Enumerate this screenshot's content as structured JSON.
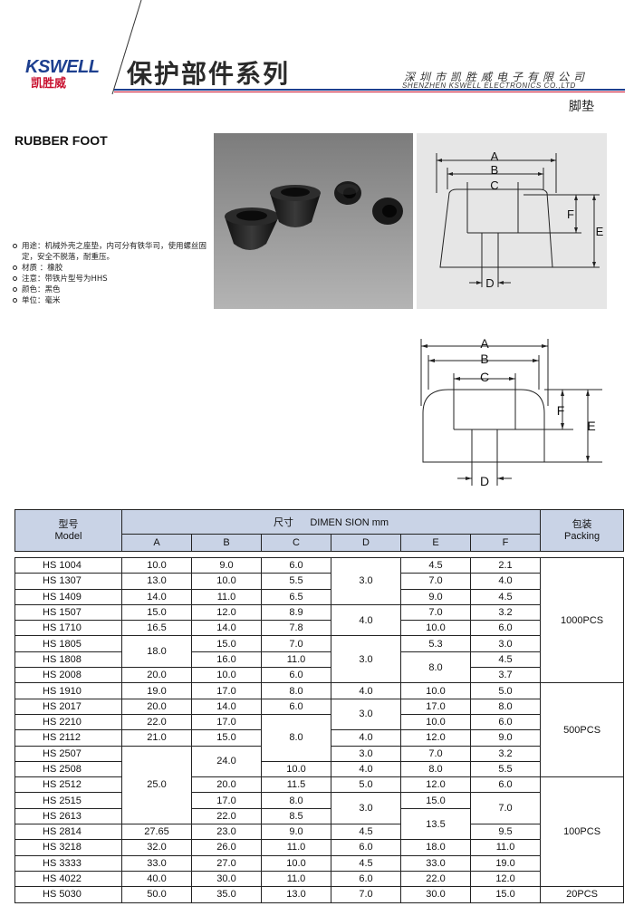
{
  "header": {
    "brand": "KSWELL",
    "brand_cn": "凯胜威",
    "series_title": "保护部件系列",
    "company_cn": "深圳市凯胜威电子有限公司",
    "company_en": "SHENZHEN KSWELL ELECTRONICS CO.,LTD",
    "category": "脚垫"
  },
  "product": {
    "title": "RUBBER FOOT",
    "specs": [
      "用途：机械外壳之座垫，内可分有铁华司，使用螺丝固定，安全不脱落，耐重压。",
      "材质 ：橡胶",
      "注意：带铁片型号为HHS",
      "颜色：黑色",
      "单位：毫米"
    ]
  },
  "drawing": {
    "labels": {
      "a": "A",
      "b": "B",
      "c": "C",
      "d": "D",
      "e": "E",
      "f": "F"
    }
  },
  "table": {
    "model_cn": "型号",
    "model_en": "Model",
    "dims_cn": "尺寸",
    "dims_en": "DIMEN SION mm",
    "packing_cn": "包装",
    "packing_en": "Packing",
    "dim_cols": [
      "A",
      "B",
      "C",
      "D",
      "E",
      "F"
    ],
    "rows": [
      {
        "model": "HS 1004",
        "a": "10.0",
        "b": "9.0",
        "c": "6.0",
        "e": "4.5",
        "f": "2.1"
      },
      {
        "model": "HS 1307",
        "a": "13.0",
        "b": "10.0",
        "c": "5.5",
        "e": "7.0",
        "f": "4.0"
      },
      {
        "model": "HS 1409",
        "a": "14.0",
        "b": "11.0",
        "c": "6.5",
        "e": "9.0",
        "f": "4.5"
      },
      {
        "model": "HS 1507",
        "a": "15.0",
        "b": "12.0",
        "c": "8.9",
        "e": "7.0",
        "f": "3.2"
      },
      {
        "model": "HS 1710",
        "a": "16.5",
        "b": "14.0",
        "c": "7.8",
        "e": "10.0",
        "f": "6.0"
      },
      {
        "model": "HS 1805",
        "a": "18.0",
        "b": "15.0",
        "c": "7.0",
        "e": "5.3",
        "f": "3.0"
      },
      {
        "model": "HS 1808",
        "b": "16.0",
        "c": "11.0",
        "e": "8.0",
        "f": "4.5"
      },
      {
        "model": "HS 2008",
        "a": "20.0",
        "b": "10.0",
        "c": "6.0",
        "f": "3.7"
      },
      {
        "model": "HS 1910",
        "a": "19.0",
        "b": "17.0",
        "c": "8.0",
        "d": "4.0",
        "e": "10.0",
        "f": "5.0"
      },
      {
        "model": "HS 2017",
        "a": "20.0",
        "b": "14.0",
        "c": "6.0",
        "d": "3.0",
        "e": "17.0",
        "f": "8.0"
      },
      {
        "model": "HS 2210",
        "a": "22.0",
        "b": "17.0",
        "c": "8.0",
        "e": "10.0",
        "f": "6.0"
      },
      {
        "model": "HS 2112",
        "a": "21.0",
        "b": "15.0",
        "d": "4.0",
        "e": "12.0",
        "f": "9.0"
      },
      {
        "model": "HS 2507",
        "a": "25.0",
        "b": "24.0",
        "d": "3.0",
        "e": "7.0",
        "f": "3.2"
      },
      {
        "model": "HS 2508",
        "c": "10.0",
        "d": "4.0",
        "e": "8.0",
        "f": "5.5"
      },
      {
        "model": "HS 2512",
        "b": "20.0",
        "c": "11.5",
        "d": "5.0",
        "e": "12.0",
        "f": "6.0"
      },
      {
        "model": "HS 2515",
        "b": "17.0",
        "c": "8.0",
        "d": "3.0",
        "e": "15.0",
        "f": "7.0"
      },
      {
        "model": "HS 2613",
        "b": "22.0",
        "c": "8.5",
        "e": "13.5"
      },
      {
        "model": "HS 2814",
        "a": "27.65",
        "b": "23.0",
        "c": "9.0",
        "d": "4.5",
        "f": "9.5"
      },
      {
        "model": "HS 3218",
        "a": "32.0",
        "b": "26.0",
        "c": "11.0",
        "d": "6.0",
        "e": "18.0",
        "f": "11.0"
      },
      {
        "model": "HS 3333",
        "a": "33.0",
        "b": "27.0",
        "c": "10.0",
        "d": "4.5",
        "e": "33.0",
        "f": "19.0"
      },
      {
        "model": "HS 4022",
        "a": "40.0",
        "b": "30.0",
        "c": "11.0",
        "d": "6.0",
        "e": "22.0",
        "f": "12.0"
      },
      {
        "model": "HS 5030",
        "a": "50.0",
        "b": "35.0",
        "c": "13.0",
        "d": "7.0",
        "e": "30.0",
        "f": "15.0"
      }
    ],
    "merged": {
      "d_a": "3.0",
      "d_b": "4.0",
      "d_c": "3.0",
      "packing_a": "1000PCS",
      "packing_b": "500PCS",
      "packing_c": "100PCS",
      "packing_d": "20PCS"
    }
  }
}
